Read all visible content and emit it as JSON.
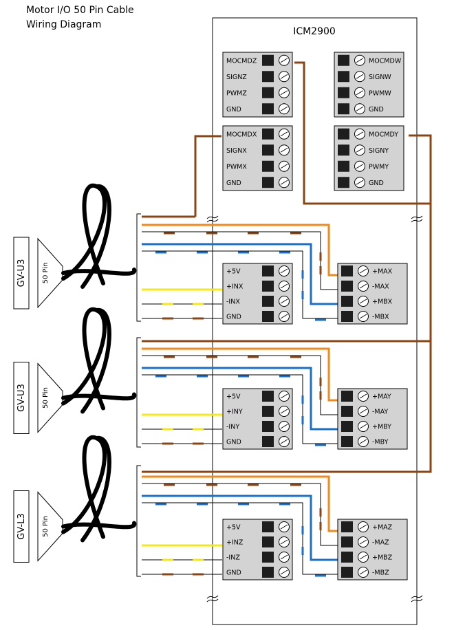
{
  "title": {
    "line1": "Motor I/O 50 Pin Cable",
    "line2": "Wiring Diagram"
  },
  "board": {
    "name": "ICM2900"
  },
  "top_blocks": [
    {
      "id": "z",
      "side": "left",
      "labels": [
        "MOCMDZ",
        "SIGNZ",
        "PWMZ",
        "GND"
      ]
    },
    {
      "id": "w",
      "side": "right",
      "labels": [
        "MOCMDW",
        "SIGNW",
        "PWMW",
        "GND"
      ]
    },
    {
      "id": "x",
      "side": "left",
      "labels": [
        "MOCMDX",
        "SIGNX",
        "PWMX",
        "GND"
      ]
    },
    {
      "id": "y",
      "side": "right",
      "labels": [
        "MOCMDY",
        "SIGNY",
        "PWMY",
        "GND"
      ]
    }
  ],
  "axes": [
    {
      "cable": "GV-U3",
      "pins": "50 Pin",
      "encoder_labels": [
        "+5V",
        "+INX",
        "-INX",
        "GND"
      ],
      "motor_labels": [
        "+MAX",
        "-MAX",
        "+MBX",
        "-MBX"
      ]
    },
    {
      "cable": "GV-U3",
      "pins": "50 Pin",
      "encoder_labels": [
        "+5V",
        "+INY",
        "-INY",
        "GND"
      ],
      "motor_labels": [
        "+MAY",
        "-MAY",
        "+MBY",
        "-MBY"
      ]
    },
    {
      "cable": "GV-L3",
      "pins": "50 Pin",
      "encoder_labels": [
        "+5V",
        "+INZ",
        "-INZ",
        "GND"
      ],
      "motor_labels": [
        "+MAZ",
        "-MAZ",
        "+MBZ",
        "-MBZ"
      ]
    }
  ],
  "colors": {
    "brown": "#8b4513",
    "orange": "#f08a1c",
    "blue": "#1a6fc9",
    "yellow": "#f5e817",
    "block_fill": "#d3d3d3",
    "terminal": "#1e1e1e"
  }
}
